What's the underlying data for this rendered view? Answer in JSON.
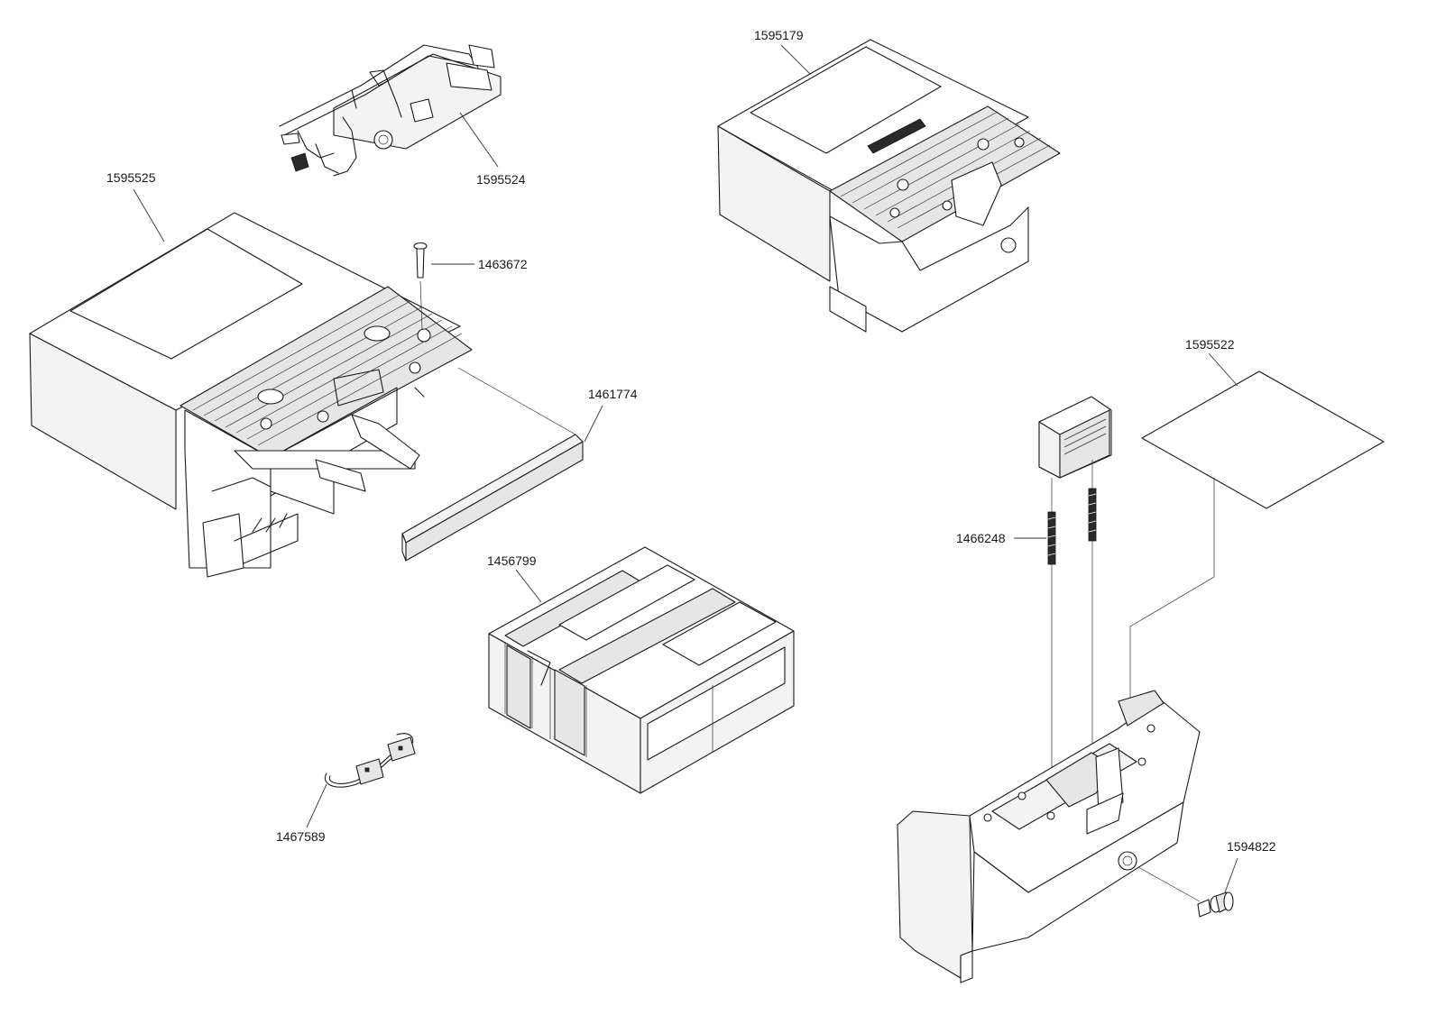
{
  "diagram": {
    "parts": [
      {
        "id": "p1595524",
        "number": "1595524"
      },
      {
        "id": "p1595525",
        "number": "1595525"
      },
      {
        "id": "p1463672",
        "number": "1463672"
      },
      {
        "id": "p1461774",
        "number": "1461774"
      },
      {
        "id": "p1456799",
        "number": "1456799"
      },
      {
        "id": "p1467589",
        "number": "1467589"
      },
      {
        "id": "p1595179",
        "number": "1595179"
      },
      {
        "id": "p1595522",
        "number": "1595522"
      },
      {
        "id": "p1466248",
        "number": "1466248"
      },
      {
        "id": "p1594822",
        "number": "1594822"
      }
    ]
  }
}
